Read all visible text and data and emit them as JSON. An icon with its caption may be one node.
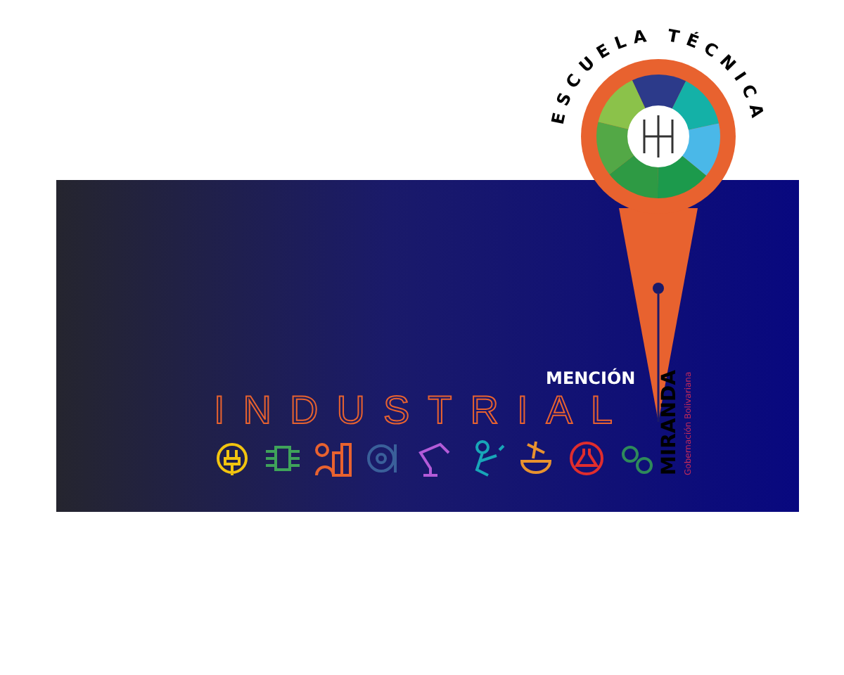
{
  "diagram": {
    "labels": [
      "ESCUELA TÉCNICA",
      "MENCIÓN",
      "INDUSTRIAL",
      "MIRANDA",
      "Gobernación Bolivariana"
    ]
  }
}
